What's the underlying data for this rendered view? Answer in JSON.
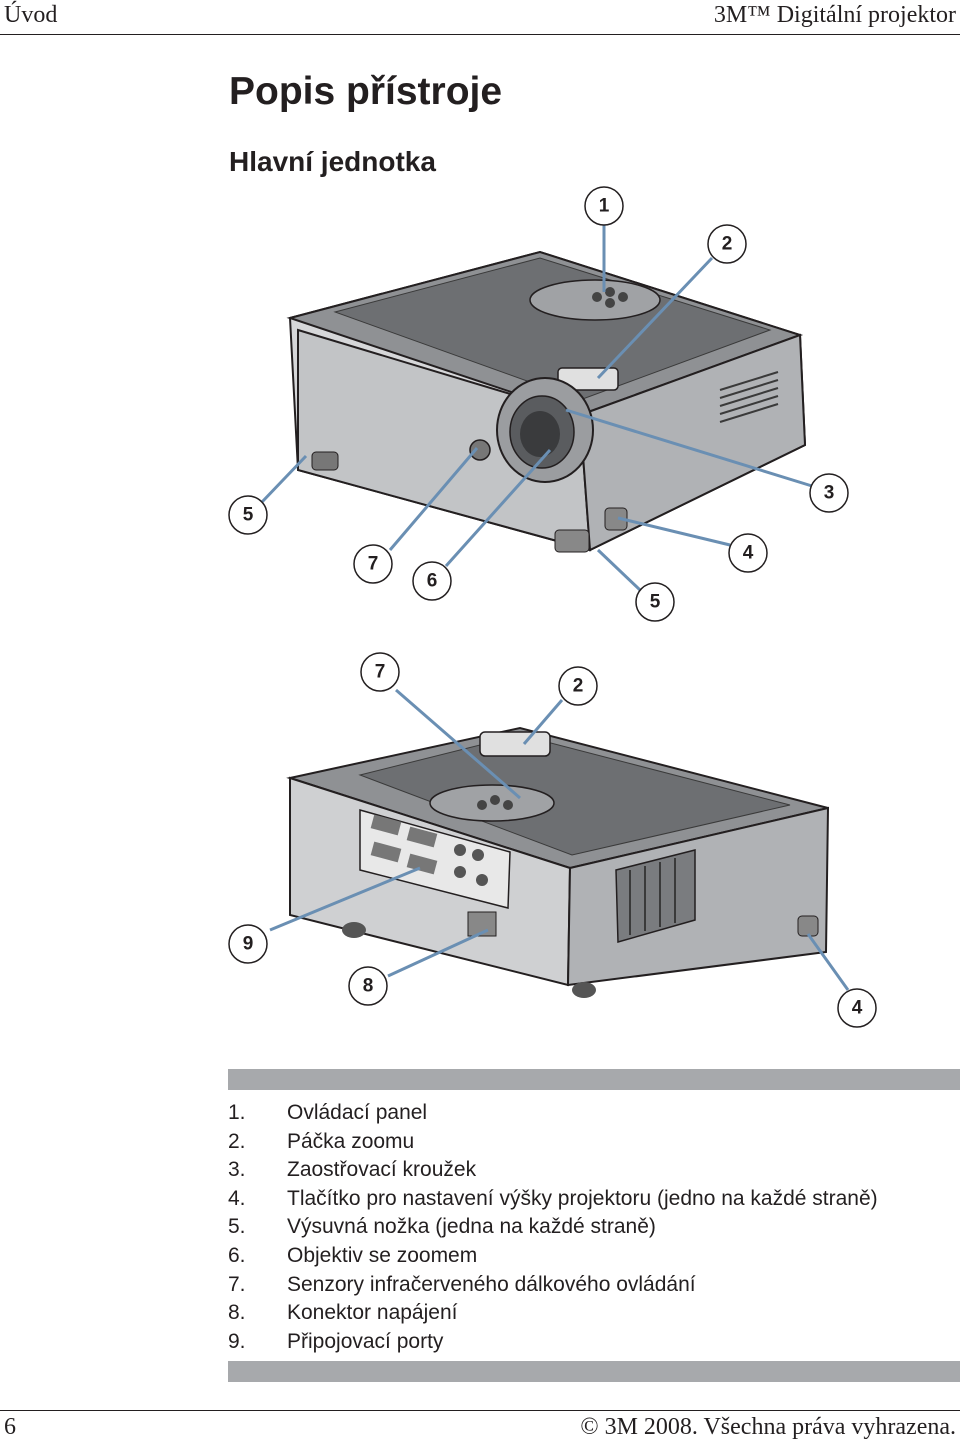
{
  "header": {
    "section": "Úvod",
    "product": "3M™ Digitální projektor"
  },
  "title": "Popis přístroje",
  "subtitle": "Hlavní jednotka",
  "callouts_top": [
    "1",
    "2",
    "3",
    "4",
    "5",
    "5",
    "6",
    "7"
  ],
  "callouts_bottom": [
    "7",
    "2",
    "9",
    "8",
    "4"
  ],
  "parts": [
    {
      "num": "1.",
      "label": "Ovládací panel"
    },
    {
      "num": "2.",
      "label": "Páčka zoomu"
    },
    {
      "num": "3.",
      "label": "Zaostřovací kroužek"
    },
    {
      "num": "4.",
      "label": "Tlačítko pro nastavení výšky projektoru (jedno na každé straně)"
    },
    {
      "num": "5.",
      "label": "Výsuvná nožka (jedna na každé straně)"
    },
    {
      "num": "6.",
      "label": "Objektiv se zoomem"
    },
    {
      "num": "7.",
      "label": "Senzory infračerveného dálkového ovládání"
    },
    {
      "num": "8.",
      "label": "Konektor napájení"
    },
    {
      "num": "9.",
      "label": "Připojovací porty"
    }
  ],
  "footer": {
    "page": "6",
    "copyright": "© 3M 2008. Všechna práva vyhrazena."
  }
}
